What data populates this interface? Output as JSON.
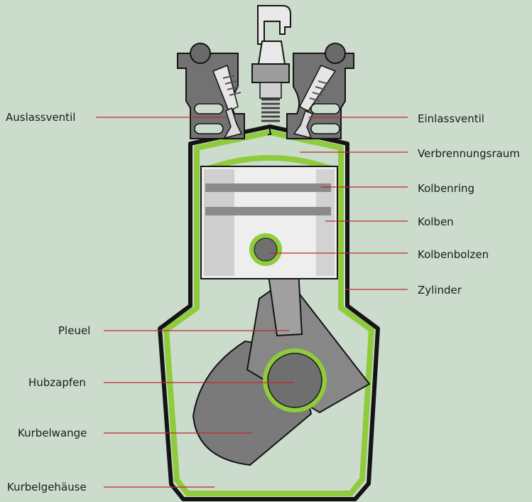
{
  "labels": {
    "auslassventil": "Auslassventil",
    "einlassventil": "Einlassventil",
    "verbrennungsraum": "Verbrennungsraum",
    "kolbenring": "Kolbenring",
    "kolben": "Kolben",
    "kolbenbolzen": "Kolbenbolzen",
    "zylinder": "Zylinder",
    "pleuel": "Pleuel",
    "hubzapfen": "Hubzapfen",
    "kurbelwange": "Kurbelwange",
    "kurbelgehaeuse": "Kurbelgehäuse"
  },
  "colors": {
    "background": "#cbdccd",
    "accent_green": "#8fcb3c",
    "outline": "#141414",
    "metal_dark": "#6e6e6e",
    "metal_mid": "#8e8e8e",
    "metal_light": "#d9d9d9",
    "leader_line": "#c0282d"
  }
}
